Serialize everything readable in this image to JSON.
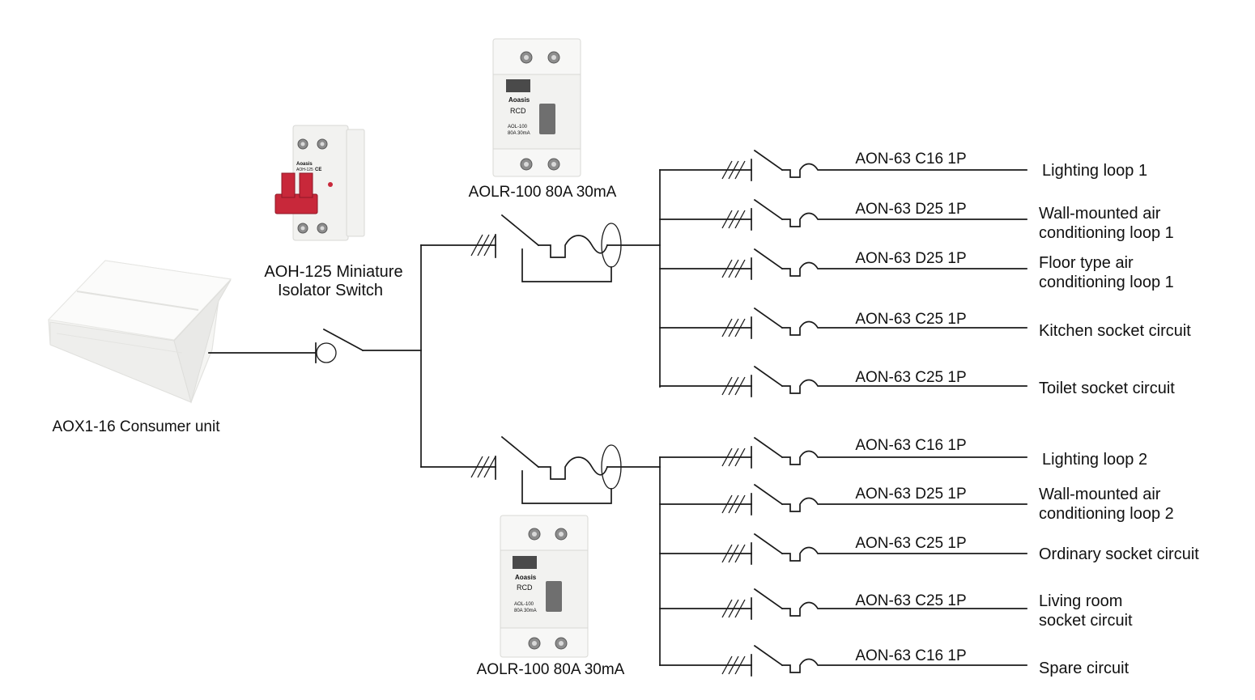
{
  "labels": {
    "consumer_unit": "AOX1-16 Consumer unit",
    "isolator_line1": "AOH-125 Miniature",
    "isolator_line2": "Isolator Switch",
    "rcd_top": "AOLR-100 80A 30mA",
    "rcd_bottom": "AOLR-100 80A 30mA"
  },
  "device_markings": {
    "rcd_brand": "Aoasis",
    "rcd_type": "RCD",
    "rcd_model": "AOL-100",
    "rcd_rating": "80A 30mA",
    "isolator_brand": "Aoasis",
    "isolator_model": "AOH-125",
    "isolator_ce": "CE"
  },
  "circuits_group1": [
    {
      "breaker": "AON-63 C16 1P",
      "line1": "Lighting loop 1",
      "line2": ""
    },
    {
      "breaker": "AON-63 D25 1P",
      "line1": "Wall-mounted air",
      "line2": "conditioning loop 1"
    },
    {
      "breaker": "AON-63 D25 1P",
      "line1": "Floor type air",
      "line2": "conditioning loop 1"
    },
    {
      "breaker": "AON-63 C25 1P",
      "line1": "Kitchen socket circuit",
      "line2": ""
    },
    {
      "breaker": "AON-63 C25 1P",
      "line1": "Toilet socket circuit",
      "line2": ""
    }
  ],
  "circuits_group2": [
    {
      "breaker": "AON-63 C16 1P",
      "line1": "Lighting loop 2",
      "line2": ""
    },
    {
      "breaker": "AON-63 D25 1P",
      "line1": "Wall-mounted air",
      "line2": "conditioning loop 2"
    },
    {
      "breaker": "AON-63 C25 1P",
      "line1": "Ordinary socket circuit",
      "line2": ""
    },
    {
      "breaker": "AON-63 C25 1P",
      "line1": "Living room",
      "line2": "socket circuit"
    },
    {
      "breaker": "AON-63 C16 1P",
      "line1": "Spare circuit",
      "line2": ""
    }
  ],
  "colors": {
    "wire": "#1a1a1a",
    "isolator_handle": "#c8283a",
    "rcd_handle": "#6f6f6f",
    "device_body": "#f2f2f0"
  }
}
